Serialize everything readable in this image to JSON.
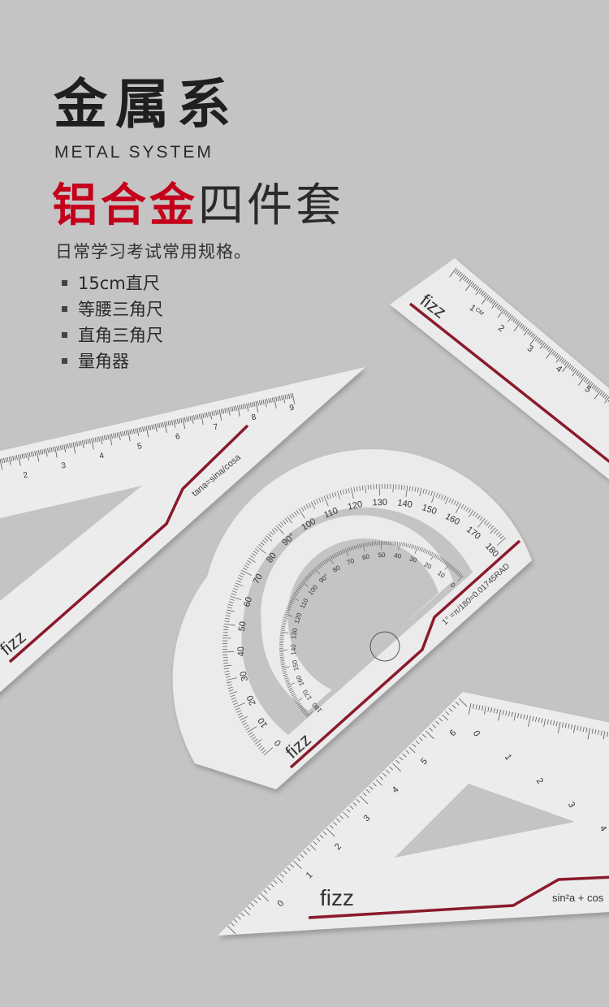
{
  "title": "金属系",
  "subtitle": "METAL SYSTEM",
  "headline": {
    "accent": "铝合金",
    "rest": "四件套"
  },
  "description": "日常学习考试常用规格。",
  "items": [
    "15cm直尺",
    "等腰三角尺",
    "直角三角尺",
    "量角器"
  ],
  "brand": "fizz",
  "ruler_labels": [
    "1",
    "2",
    "3",
    "4",
    "5"
  ],
  "left_triangle_labels": [
    "2",
    "3",
    "4",
    "5",
    "6",
    "7",
    "8",
    "9"
  ],
  "left_triangle_formula": "tana=sina/cosa",
  "protractor_outer": [
    "0",
    "10",
    "20",
    "30",
    "40",
    "50",
    "60",
    "70",
    "80",
    "90°",
    "100",
    "110",
    "120",
    "130",
    "140",
    "150",
    "160",
    "170",
    "180"
  ],
  "protractor_inner": [
    "0",
    "10",
    "20",
    "30",
    "40",
    "50",
    "60",
    "70",
    "80",
    "90°",
    "100",
    "110",
    "120",
    "130",
    "140",
    "150",
    "160",
    "170",
    "180"
  ],
  "protractor_formula": "1° =π/180=0.01745RAD",
  "bottom_triangle_side": [
    "0",
    "1",
    "2",
    "3",
    "4",
    "5",
    "6"
  ],
  "bottom_triangle_top": [
    "0",
    "1",
    "2",
    "3",
    "4"
  ],
  "bottom_triangle_formula": "sin²a + cos",
  "cm_unit": "CM",
  "colors": {
    "background": "#c4c4c4",
    "accent": "#c4001a",
    "stripe": "#8a1a2c",
    "metal": "#ededed"
  }
}
